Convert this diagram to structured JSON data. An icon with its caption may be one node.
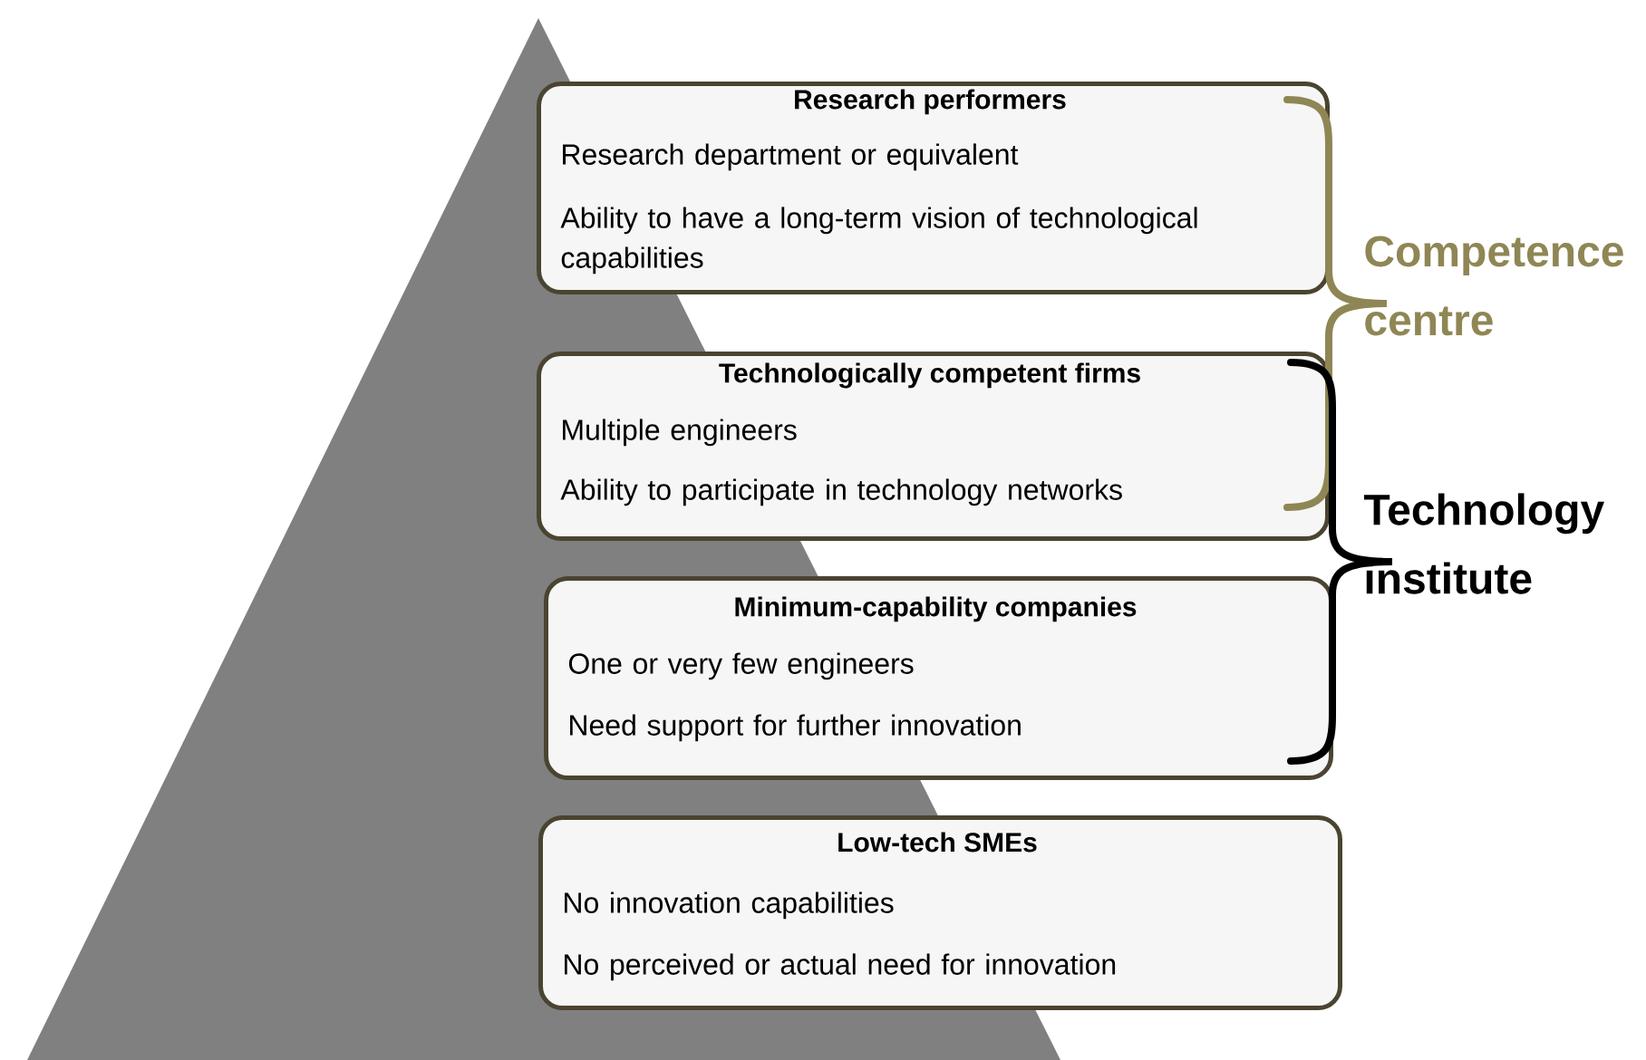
{
  "diagram": {
    "nodes": [
      {
        "text": [
          "Research performers",
          "Research department or equivalent",
          "Ability to have a long-term vision of technological capabilities"
        ]
      },
      {
        "text": [
          "Technologically competent firms",
          "Multiple engineers",
          "Ability to participate in technology networks"
        ]
      },
      {
        "text": [
          "Minimum-capability companies",
          "One or very few engineers",
          "Need support for further innovation"
        ]
      },
      {
        "text": [
          "Low-tech SMEs",
          "No innovation capabilities",
          "No perceived or actual need for innovation"
        ]
      }
    ],
    "labels": [
      "Competence centre",
      "Technology institute"
    ]
  }
}
